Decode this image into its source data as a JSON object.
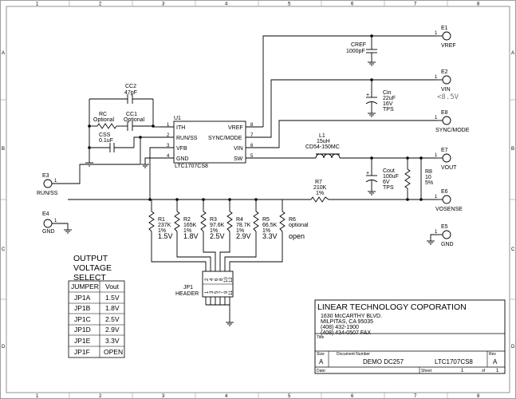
{
  "border": {
    "cols": [
      "1",
      "2",
      "3",
      "4",
      "5",
      "6",
      "7",
      "8"
    ],
    "rows": [
      "A",
      "B",
      "C",
      "D"
    ]
  },
  "terminals": {
    "e1": {
      "id": "E1",
      "name": "VREF"
    },
    "e2": {
      "id": "E2",
      "name": "VIN",
      "note": "<8.5V"
    },
    "e8": {
      "id": "E8",
      "name": "SYNC/MODE"
    },
    "e7": {
      "id": "E7",
      "name": "VOUT"
    },
    "e6": {
      "id": "E6",
      "name": "VOSENSE"
    },
    "e5": {
      "id": "E5",
      "name": "GND"
    },
    "e3": {
      "id": "E3",
      "name": "RUN/SS"
    },
    "e4": {
      "id": "E4",
      "name": "GND"
    },
    "pin1": "1"
  },
  "ic": {
    "ref": "U1",
    "part": "LTC1707CS8",
    "left_pins": [
      {
        "num": "1",
        "name": "ITH"
      },
      {
        "num": "2",
        "name": "RUN/SS"
      },
      {
        "num": "3",
        "name": "VFB"
      },
      {
        "num": "4",
        "name": "GND"
      }
    ],
    "right_pins": [
      {
        "num": "8",
        "name": "VREF"
      },
      {
        "num": "7",
        "name": "SYNC/MODE"
      },
      {
        "num": "6",
        "name": "VIN"
      },
      {
        "num": "5",
        "name": "SW"
      }
    ]
  },
  "components": {
    "cc2": {
      "ref": "CC2",
      "value": "47pF"
    },
    "rc": {
      "ref": "RC",
      "value": "Optional"
    },
    "cc1": {
      "ref": "CC1",
      "value": "Optional"
    },
    "css": {
      "ref": "CSS",
      "value": "0.1uF"
    },
    "cref": {
      "ref": "CREF",
      "value": "1000pF"
    },
    "cin": {
      "ref": "Cin",
      "v1": "22uF",
      "v2": "16V",
      "v3": "TPS"
    },
    "l1": {
      "ref": "L1",
      "v1": "15uH",
      "v2": "CD54-150MC"
    },
    "cout": {
      "ref": "Cout",
      "v1": "100uF",
      "v2": "6V",
      "v3": "TPS"
    },
    "r8": {
      "ref": "R8",
      "v1": "10",
      "v2": "5%"
    },
    "r7": {
      "ref": "R7",
      "v1": "210K",
      "v2": "1%"
    },
    "plus": "+"
  },
  "divider": [
    {
      "ref": "R1",
      "v1": "237K",
      "v2": "1%",
      "vout": "1.5V"
    },
    {
      "ref": "R2",
      "v1": "165K",
      "v2": "1%",
      "vout": "1.8V"
    },
    {
      "ref": "R3",
      "v1": "97.6K",
      "v2": "1%",
      "vout": "2.5V"
    },
    {
      "ref": "R4",
      "v1": "78.7K",
      "v2": "1%",
      "vout": "2.9V"
    },
    {
      "ref": "R5",
      "v1": "66.5K",
      "v2": "1%",
      "vout": "3.3V"
    },
    {
      "ref": "R6",
      "v1": "optional",
      "v2": "",
      "vout": "open"
    }
  ],
  "header": {
    "ref": "JP1",
    "name": "HEADER",
    "top_pins": [
      "2",
      "4",
      "6",
      "8",
      "10",
      "12"
    ],
    "bottom_pins": [
      "1",
      "3",
      "5",
      "7",
      "9",
      "11"
    ]
  },
  "table": {
    "title": [
      "OUTPUT",
      "VOLTAGE",
      "SELECT"
    ],
    "head": [
      "JUMPER",
      "Vout"
    ],
    "rows": [
      [
        "JP1A",
        "1.5V"
      ],
      [
        "JP1B",
        "1.8V"
      ],
      [
        "JP1C",
        "2.5V"
      ],
      [
        "JP1D",
        "2.9V"
      ],
      [
        "JP1E",
        "3.3V"
      ],
      [
        "JP1F",
        "OPEN"
      ]
    ]
  },
  "titleblock": {
    "company": "LINEAR TECHNOLOGY COPORATION",
    "addr1": "1630 McCARTHY BLVD.",
    "addr2": "MILPITAS, CA  95035",
    "phone": "(408) 432-1900",
    "fax": "(408) 434-0507 FAX",
    "title_lbl": "Title",
    "size_lbl": "Size",
    "size": "A",
    "docnum_lbl": "Document Number",
    "doc": "DEMO  DC257",
    "part": "LTC1707CS8",
    "rev_lbl": "Rev",
    "rev": "A",
    "date_lbl": "Date:",
    "sheet_lbl": "Sheet",
    "sheet": "1",
    "of_lbl": "of",
    "of": "1"
  }
}
